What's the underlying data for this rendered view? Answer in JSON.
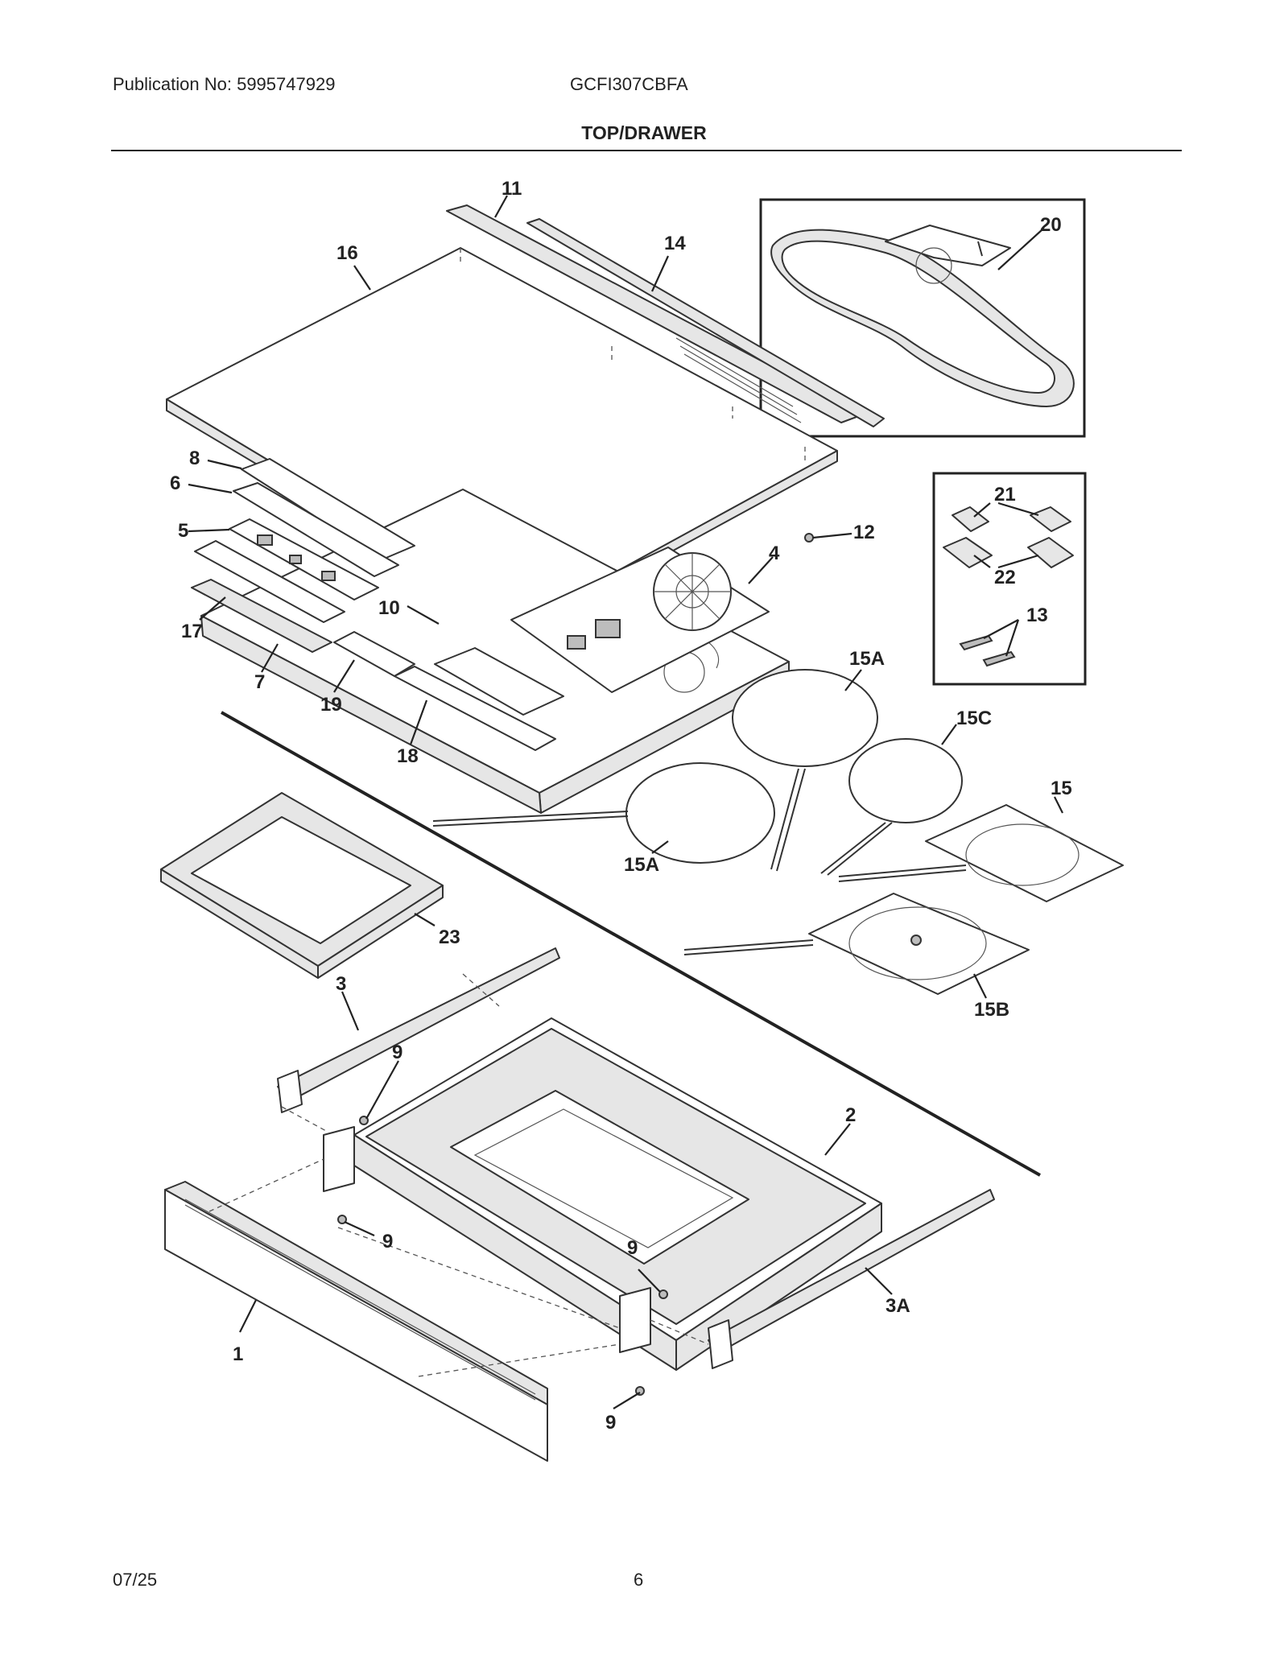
{
  "header": {
    "publication": "Publication No: 5995747929",
    "model": "GCFI307CBFA",
    "section_title": "TOP/DRAWER"
  },
  "footer": {
    "date": "07/25",
    "page": "6"
  },
  "callouts": {
    "c1": "1",
    "c2": "2",
    "c3": "3",
    "c3a": "3A",
    "c4": "4",
    "c5": "5",
    "c6": "6",
    "c7": "7",
    "c8": "8",
    "c9a": "9",
    "c9b": "9",
    "c9c": "9",
    "c9d": "9",
    "c10": "10",
    "c11": "11",
    "c12": "12",
    "c13": "13",
    "c14": "14",
    "c15": "15",
    "c15a1": "15A",
    "c15a2": "15A",
    "c15b": "15B",
    "c15c": "15C",
    "c16": "16",
    "c17": "17",
    "c18": "18",
    "c19": "19",
    "c20": "20",
    "c21": "21",
    "c22": "22",
    "c23": "23"
  }
}
